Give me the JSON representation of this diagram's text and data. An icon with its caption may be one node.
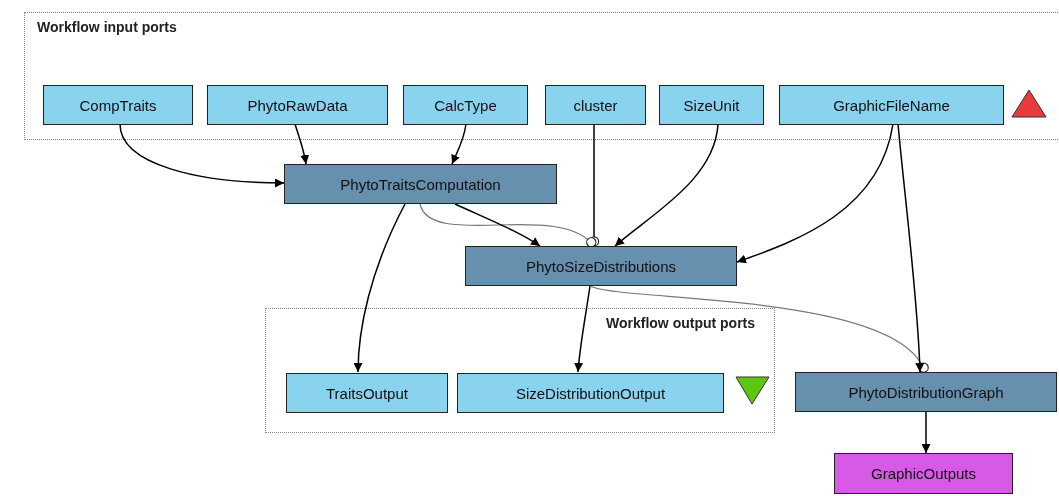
{
  "diagram": {
    "nodes": [
      {
        "text": [
          "Workflow input ports"
        ]
      },
      {
        "text": [
          "CompTraits"
        ],
        "in": 0
      },
      {
        "text": [
          "PhytoRawData"
        ],
        "in": 0
      },
      {
        "text": [
          "CalcType"
        ],
        "in": 0
      },
      {
        "text": [
          "cluster"
        ],
        "in": 0
      },
      {
        "text": [
          "SizeUnit"
        ],
        "in": 0
      },
      {
        "text": [
          "GraphicFileName"
        ],
        "in": 0
      },
      {
        "text": [
          "PhytoTraitsComputation"
        ]
      },
      {
        "text": [
          "PhytoSizeDistributions"
        ]
      },
      {
        "text": [
          "Workflow output ports"
        ]
      },
      {
        "text": [
          "TraitsOutput"
        ],
        "in": 9
      },
      {
        "text": [
          "SizeDistributionOutput"
        ],
        "in": 9
      },
      {
        "text": [
          "PhytoDistributionGraph"
        ]
      },
      {
        "text": [
          "GraphicOutputs"
        ]
      }
    ],
    "edges": [
      {
        "from": 1,
        "to": 7,
        "arrow": "to"
      },
      {
        "from": 2,
        "to": 7,
        "arrow": "to"
      },
      {
        "from": 3,
        "to": 7,
        "arrow": "to"
      },
      {
        "from": 4,
        "to": 8,
        "arrow": "other"
      },
      {
        "from": 7,
        "to": 8,
        "arrow": "other",
        "color": "#777777"
      },
      {
        "from": 5,
        "to": 8,
        "arrow": "to"
      },
      {
        "from": 6,
        "to": 8,
        "arrow": "to"
      },
      {
        "from": 7,
        "to": 8,
        "arrow": "to"
      },
      {
        "from": 7,
        "to": 10,
        "arrow": "to"
      },
      {
        "from": 8,
        "to": 11,
        "arrow": "to"
      },
      {
        "from": 8,
        "to": 12,
        "arrow": "other",
        "color": "#777777"
      },
      {
        "from": 6,
        "to": 12,
        "arrow": "to"
      },
      {
        "from": 12,
        "to": 13,
        "arrow": "to"
      }
    ]
  }
}
